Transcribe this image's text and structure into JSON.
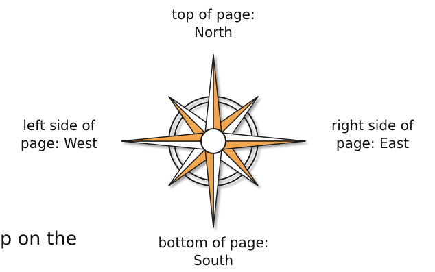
{
  "labels": {
    "north": [
      "top of page:",
      "North"
    ],
    "south": [
      "bottom of page:",
      "South"
    ],
    "west": [
      "left side of",
      "page: West"
    ],
    "east": [
      "right side of",
      "page: East"
    ]
  },
  "partial_text": "p on the",
  "colors": {
    "point_fill": "#f2a74f",
    "point_light": "#ffffff",
    "outline": "#1a1a1a",
    "shadow": "#9a9a9a"
  }
}
